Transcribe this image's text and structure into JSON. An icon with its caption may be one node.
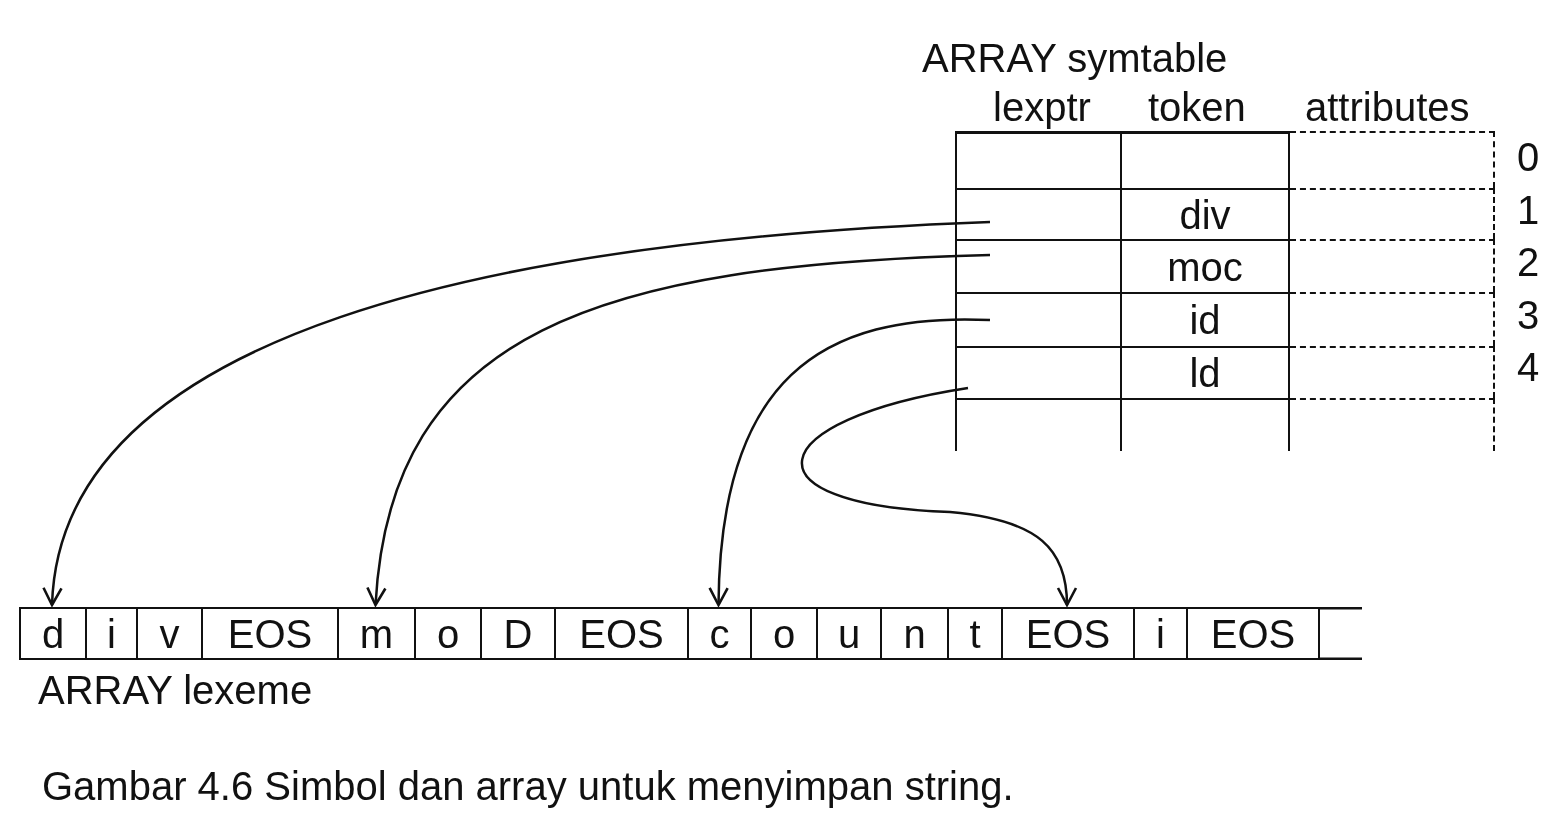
{
  "diagram": {
    "caption": "Gambar 4.6 Simbol dan array untuk menyimpan string.",
    "nodes": [
      {
        "text": [],
        "shape": "box"
      },
      {
        "text": [],
        "shape": "box"
      },
      {
        "text": [],
        "shape": "box"
      },
      {
        "text": [],
        "shape": "box"
      },
      {
        "text": [
          "div"
        ]
      },
      {
        "text": [],
        "shape": "box"
      },
      {
        "text": [],
        "shape": "box"
      },
      {
        "text": [
          "moc"
        ]
      },
      {
        "text": [],
        "shape": "box"
      },
      {
        "text": [],
        "shape": "box"
      },
      {
        "text": [
          "id"
        ]
      },
      {
        "text": [],
        "shape": "box"
      },
      {
        "text": [],
        "shape": "box"
      },
      {
        "text": [
          "ld"
        ]
      },
      {
        "text": [],
        "shape": "box"
      },
      {
        "text": [],
        "shape": "box"
      },
      {
        "text": [],
        "shape": "box"
      },
      {
        "text": [],
        "shape": "box"
      },
      {
        "text": [
          "d"
        ]
      },
      {
        "text": [
          "i"
        ]
      },
      {
        "text": [
          "v"
        ]
      },
      {
        "text": [
          "EOS"
        ]
      },
      {
        "text": [
          "m"
        ]
      },
      {
        "text": [
          "o"
        ]
      },
      {
        "text": [
          "D"
        ]
      },
      {
        "text": [
          "EOS"
        ]
      },
      {
        "text": [
          "c"
        ]
      },
      {
        "text": [
          "o"
        ]
      },
      {
        "text": [
          "u"
        ]
      },
      {
        "text": [
          "n"
        ]
      },
      {
        "text": [
          "t"
        ]
      },
      {
        "text": [
          "EOS"
        ]
      },
      {
        "text": [
          "i"
        ]
      },
      {
        "text": [
          "EOS"
        ]
      }
    ],
    "edges": [
      {
        "from": 3,
        "to": 18,
        "arrow": "to"
      },
      {
        "from": 6,
        "to": 22,
        "arrow": "to"
      },
      {
        "from": 9,
        "to": 26,
        "arrow": "to"
      },
      {
        "from": 12,
        "to": 31,
        "arrow": "to"
      }
    ],
    "labels": [
      "ARRAY symtable",
      "lexptr",
      "token",
      "attributes",
      "0",
      "1",
      "2",
      "3",
      "4",
      "ARRAY lexeme"
    ]
  }
}
